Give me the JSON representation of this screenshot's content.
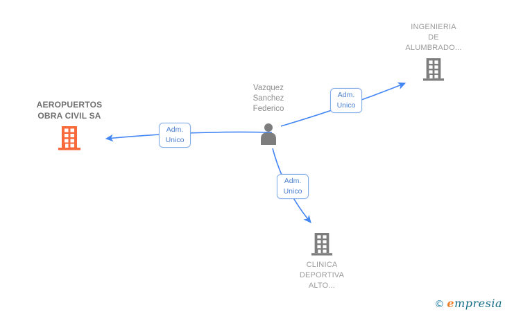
{
  "diagram": {
    "person": {
      "name_lines": [
        "Vazquez",
        "Sanchez",
        "Federico"
      ],
      "role_in_graph": "central-node"
    },
    "companies": {
      "left": {
        "name_lines": [
          "AEROPUERTOS",
          "OBRA CIVIL SA"
        ],
        "icon": "building-icon",
        "icon_color": "#f8693c",
        "highlighted": true
      },
      "top_right": {
        "name_lines": [
          "INGENIERIA",
          "DE",
          "ALUMBRADO..."
        ],
        "icon": "building-icon",
        "icon_color": "#7d7d7d",
        "highlighted": false
      },
      "bottom": {
        "name_lines": [
          "CLINICA",
          "DEPORTIVA",
          "ALTO..."
        ],
        "icon": "building-icon",
        "icon_color": "#7d7d7d",
        "highlighted": false
      }
    },
    "edges": [
      {
        "from": "person",
        "to": "left",
        "label_lines": [
          "Adm.",
          "Unico"
        ]
      },
      {
        "from": "person",
        "to": "top_right",
        "label_lines": [
          "Adm.",
          "Unico"
        ]
      },
      {
        "from": "person",
        "to": "bottom",
        "label_lines": [
          "Adm.",
          "Unico"
        ]
      }
    ],
    "colors": {
      "arrow": "#4285f4",
      "edge_label_border": "#85ade8",
      "edge_label_text": "#4a7fd0",
      "company_text": "#9a9a9a",
      "company_text_emph": "#6e6e6e",
      "person_text": "#8c8c8c",
      "person_icon": "#7d7d7d",
      "logo_copyright": "#1f7da5",
      "logo_orange": "#ef7f2b",
      "logo_teal": "#136a85"
    }
  },
  "footer": {
    "copyright_symbol": "©",
    "brand_first_letter": "e",
    "brand_rest": "mpresia"
  }
}
